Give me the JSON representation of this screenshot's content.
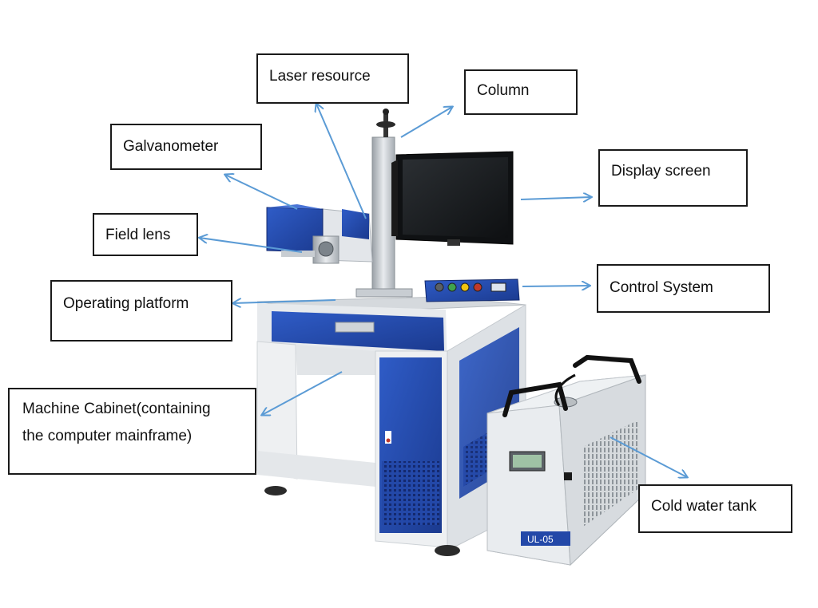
{
  "labels": {
    "laser_resource": "Laser resource",
    "column": "Column",
    "galvanometer": "Galvanometer",
    "display_screen": "Display screen",
    "field_lens": "Field lens",
    "control_system": "Control System",
    "operating_platform": "Operating platform",
    "machine_cabinet_line1": "Machine Cabinet(containing",
    "machine_cabinet_line2": "the computer mainframe)",
    "cold_water_tank": "Cold water tank",
    "chiller_brand": "UL-05"
  },
  "colors": {
    "arrow": "#5b9bd5",
    "cabinet_body": "#e9ecef",
    "cabinet_blue": "#2348a8",
    "monitor": "#1a1a1a",
    "chiller_body": "#dfe3e6"
  }
}
